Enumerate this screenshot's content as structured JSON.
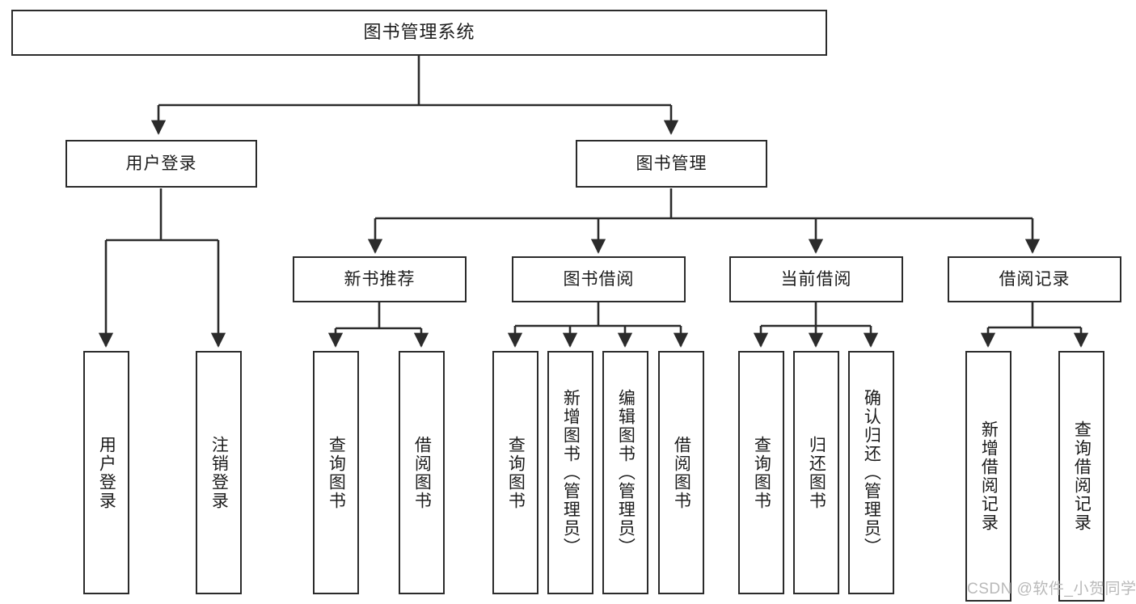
{
  "diagram": {
    "type": "tree-hierarchy",
    "title": "图书管理系统",
    "watermark": "CSDN @软件_小贺同学",
    "stroke_color": "#2b2b2b",
    "fill_color": "#ffffff",
    "text_color": "#1c1c1c",
    "watermark_color": "#b9b9b9",
    "levels": 4
  },
  "nodes": {
    "root": {
      "label": "图书管理系统"
    },
    "level2": [
      {
        "id": "user-login",
        "label": "用户登录"
      },
      {
        "id": "book-management",
        "label": "图书管理"
      }
    ],
    "level3": [
      {
        "id": "new-book-recommend",
        "label": "新书推荐",
        "parent": "book-management"
      },
      {
        "id": "book-borrow",
        "label": "图书借阅",
        "parent": "book-management"
      },
      {
        "id": "current-borrow",
        "label": "当前借阅",
        "parent": "book-management"
      },
      {
        "id": "borrow-record",
        "label": "借阅记录",
        "parent": "book-management"
      }
    ],
    "leaves": {
      "user_login": [
        {
          "id": "leaf-user-login",
          "label": "用户登录"
        },
        {
          "id": "leaf-logout",
          "label": "注销登录"
        }
      ],
      "new_book_recommend": [
        {
          "id": "leaf-query-book-1",
          "label": "查询图书"
        },
        {
          "id": "leaf-borrow-book-1",
          "label": "借阅图书"
        }
      ],
      "book_borrow": [
        {
          "id": "leaf-query-book-2",
          "label": "查询图书"
        },
        {
          "id": "leaf-add-book",
          "label": "新增图书（管理员）"
        },
        {
          "id": "leaf-edit-book",
          "label": "编辑图书（管理员）"
        },
        {
          "id": "leaf-borrow-book-2",
          "label": "借阅图书"
        }
      ],
      "current_borrow": [
        {
          "id": "leaf-query-book-3",
          "label": "查询图书"
        },
        {
          "id": "leaf-return-book",
          "label": "归还图书"
        },
        {
          "id": "leaf-confirm-return",
          "label": "确认归还（管理员）"
        }
      ],
      "borrow_record": [
        {
          "id": "leaf-add-record",
          "label": "新增借阅记录"
        },
        {
          "id": "leaf-query-record",
          "label": "查询借阅记录"
        }
      ]
    }
  }
}
